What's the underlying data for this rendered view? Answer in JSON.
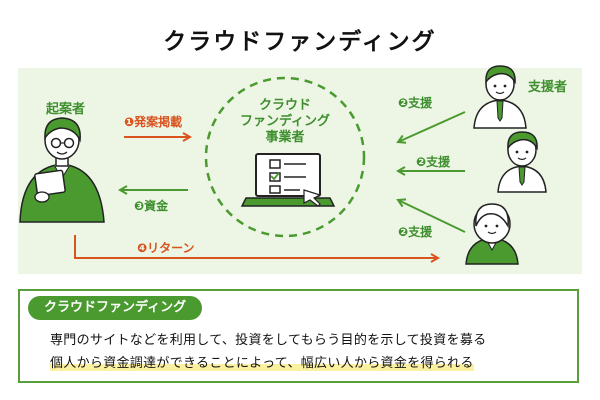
{
  "title": "クラウドファンディング",
  "center": {
    "line1": "クラウド",
    "line2": "ファンディング",
    "line3": "事業者"
  },
  "actors": {
    "founder": "起案者",
    "supporter": "支援者"
  },
  "arrows": {
    "project_post": "❶発案掲載",
    "support_1": "❷支援",
    "support_2": "❷支援",
    "support_3": "❷支援",
    "funds": "❸資金",
    "return": "❹リターン"
  },
  "info_box": {
    "heading": "クラウドファンディング",
    "line1": "専門のサイトなどを利用して、投資をしてもらう目的を示して投資を募る",
    "line2": "個人から資金調達ができることによって、幅広い人から資金を得られる"
  },
  "colors": {
    "green": "#4a9a2f",
    "orange": "#d9531e",
    "panel": "#edf6e5"
  }
}
